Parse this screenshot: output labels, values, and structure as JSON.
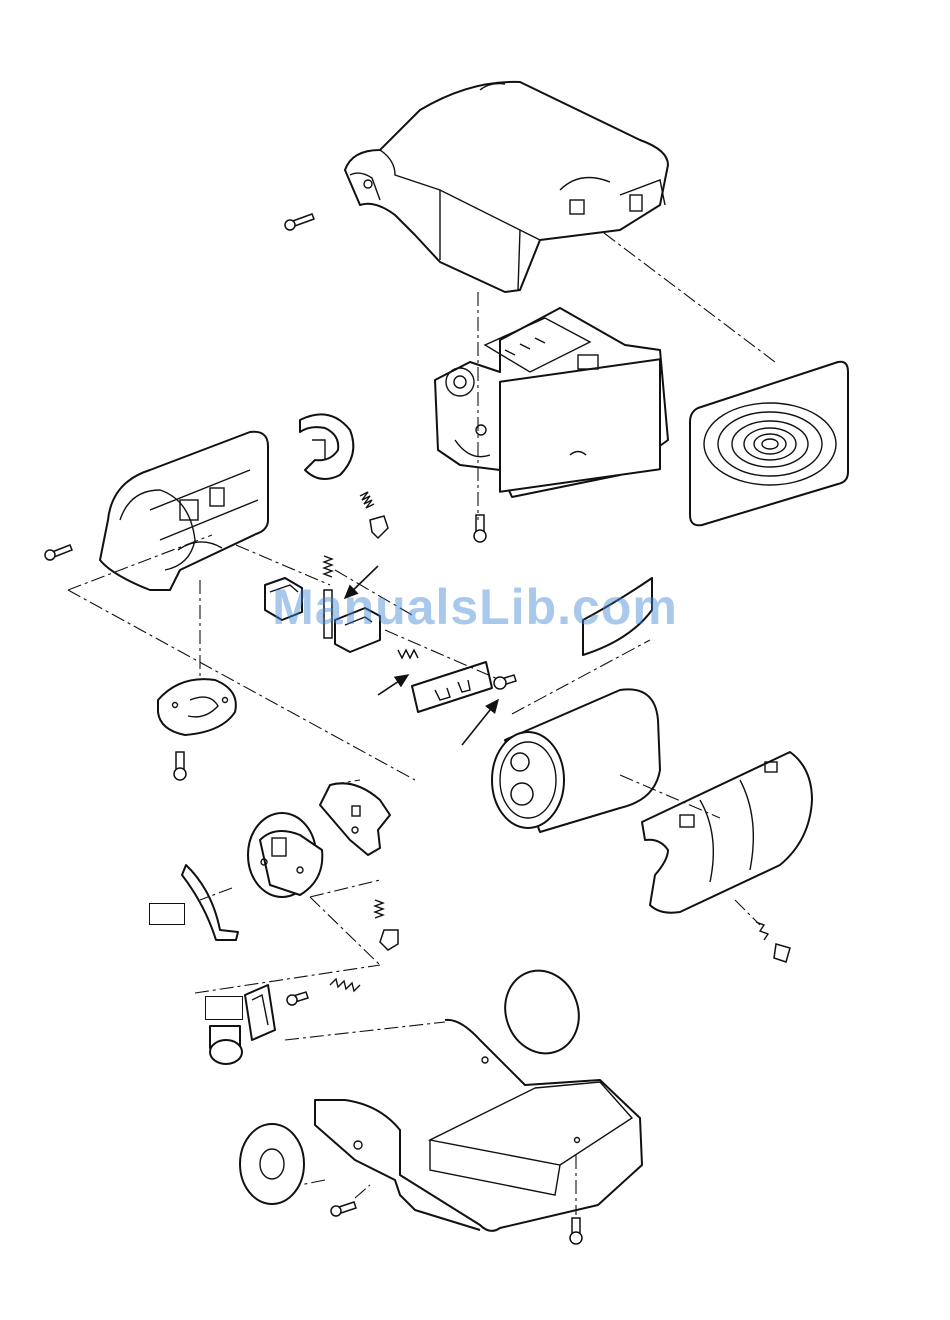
{
  "watermark": {
    "text": "ManualsLib.com",
    "color": "#3f86d6"
  },
  "callout_boxes": [
    {
      "id": "box-1",
      "text": ""
    },
    {
      "id": "box-2",
      "text": ""
    }
  ],
  "icons": [
    "screw-icon",
    "spring-icon",
    "arrow-icon"
  ]
}
